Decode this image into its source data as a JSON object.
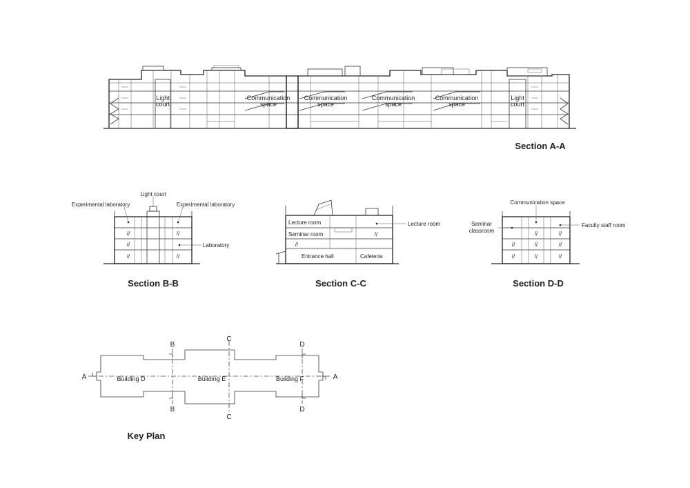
{
  "section_aa": {
    "title": "Section A-A",
    "labels": {
      "light_court_1_a": "Light",
      "light_court_1_b": "court",
      "comm_1_a": "Communication",
      "comm_1_b": "space",
      "comm_2_a": "Communication",
      "comm_2_b": "space",
      "comm_3_a": "Communication",
      "comm_3_b": "space",
      "comm_4_a": "Communication",
      "comm_4_b": "space",
      "light_court_2_a": "Light",
      "light_court_2_b": "court"
    }
  },
  "section_bb": {
    "title": "Section B-B",
    "light_court": "Light court",
    "exp_lab_left": "Experimental laboratory",
    "exp_lab_right": "Experimental laboratory",
    "laboratory": "Laboratory",
    "ditto": "//"
  },
  "section_cc": {
    "title": "Section C-C",
    "lecture_room_left": "Lecture room",
    "lecture_room_right": "Lecture room",
    "seminar_room": "Seminar room",
    "entrance_hall": "Entrance hall",
    "cafeteria": "Cafeteria",
    "ditto": "//"
  },
  "section_dd": {
    "title": "Section D-D",
    "communication_space": "Communication space",
    "seminar_a": "Seminar",
    "seminar_b": "classroom",
    "faculty_staff_room": "Faculty staff room",
    "ditto": "//"
  },
  "key_plan": {
    "title": "Key Plan",
    "building_d": "Building D",
    "building_e": "Building E",
    "building_f": "Building F",
    "cut_a": "A",
    "cut_b": "B",
    "cut_c": "C",
    "cut_d": "D"
  }
}
